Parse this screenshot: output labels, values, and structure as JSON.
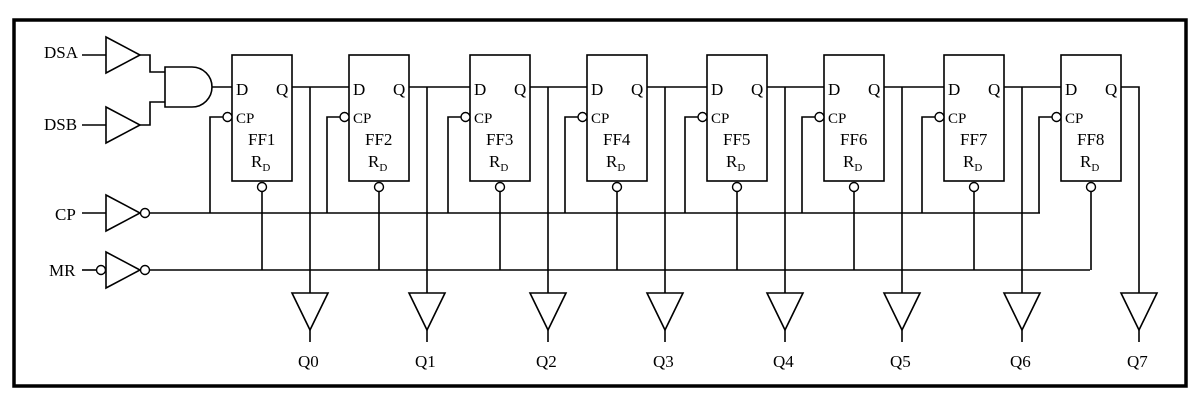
{
  "inputs": {
    "dsa": "DSA",
    "dsb": "DSB",
    "cp": "CP",
    "mr": "MR"
  },
  "flipflops": [
    {
      "name": "FF1",
      "d": "D",
      "q": "Q",
      "cp": "CP",
      "rd": "R",
      "rd_sub": "D"
    },
    {
      "name": "FF2",
      "d": "D",
      "q": "Q",
      "cp": "CP",
      "rd": "R",
      "rd_sub": "D"
    },
    {
      "name": "FF3",
      "d": "D",
      "q": "Q",
      "cp": "CP",
      "rd": "R",
      "rd_sub": "D"
    },
    {
      "name": "FF4",
      "d": "D",
      "q": "Q",
      "cp": "CP",
      "rd": "R",
      "rd_sub": "D"
    },
    {
      "name": "FF5",
      "d": "D",
      "q": "Q",
      "cp": "CP",
      "rd": "R",
      "rd_sub": "D"
    },
    {
      "name": "FF6",
      "d": "D",
      "q": "Q",
      "cp": "CP",
      "rd": "R",
      "rd_sub": "D"
    },
    {
      "name": "FF7",
      "d": "D",
      "q": "Q",
      "cp": "CP",
      "rd": "R",
      "rd_sub": "D"
    },
    {
      "name": "FF8",
      "d": "D",
      "q": "Q",
      "cp": "CP",
      "rd": "R",
      "rd_sub": "D"
    }
  ],
  "outputs": [
    "Q0",
    "Q1",
    "Q2",
    "Q3",
    "Q4",
    "Q5",
    "Q6",
    "Q7"
  ]
}
